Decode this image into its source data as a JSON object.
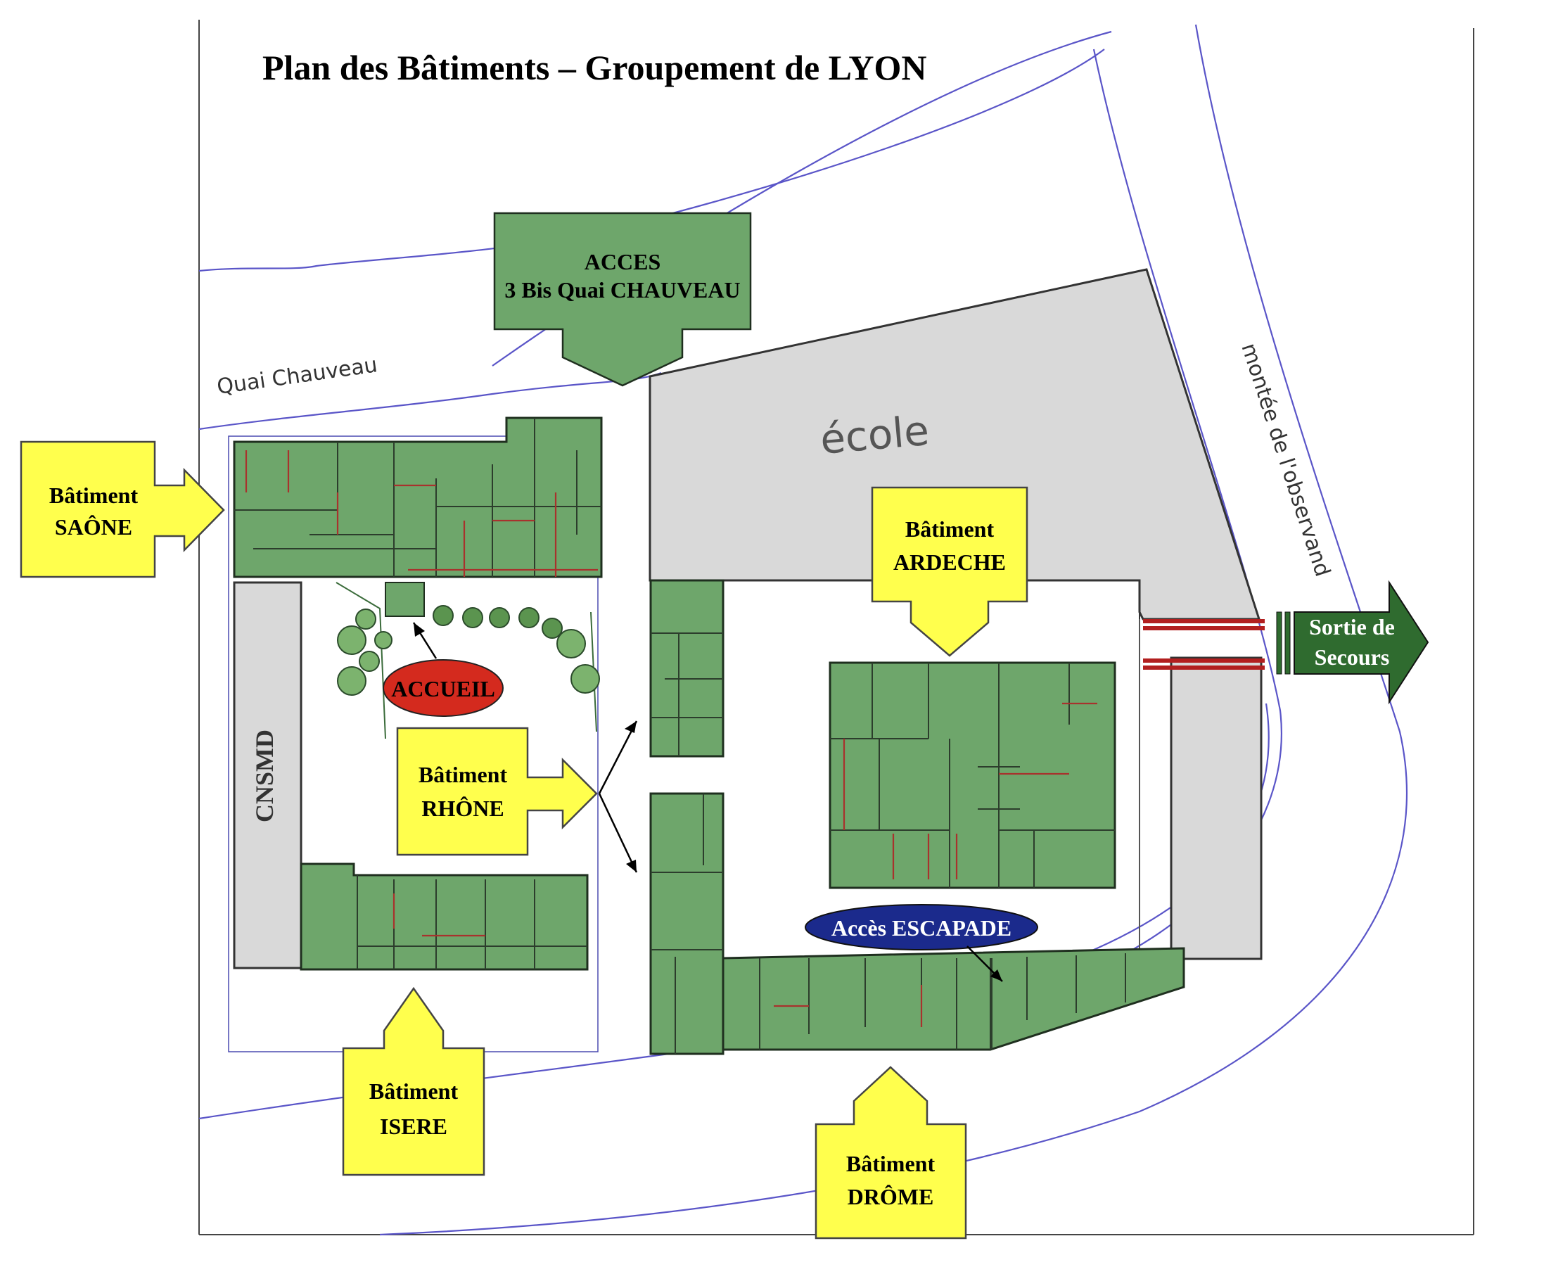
{
  "title": "Plan des Bâtiments – Groupement de LYON",
  "streets": {
    "quai": "Quai Chauveau",
    "montee": "montée de l'observand"
  },
  "zones": {
    "ecole": "école",
    "cnsmd": "CNSMD"
  },
  "labels": {
    "acces_quai": [
      "ACCES",
      "3 Bis Quai CHAUVEAU"
    ],
    "saone": [
      "Bâtiment",
      "SAÔNE"
    ],
    "ardeche": [
      "Bâtiment",
      "ARDECHE"
    ],
    "rhone": [
      "Bâtiment",
      "RHÔNE"
    ],
    "isere": [
      "Bâtiment",
      "ISERE"
    ],
    "drome": [
      "Bâtiment",
      "DRÔME"
    ],
    "sortie": [
      "Sortie de",
      "Secours"
    ],
    "accueil": "ACCUEIL",
    "escapade": "Accès ESCAPADE"
  },
  "colors": {
    "building_green": "#6ea66b",
    "label_yellow": "#ffff4d",
    "accueil_red": "#d42a1e",
    "escapade_blue": "#1b2a8c",
    "exit_green": "#2f6b2f",
    "street_blue": "#5a55c8",
    "school_gray": "#d9d9d9"
  }
}
